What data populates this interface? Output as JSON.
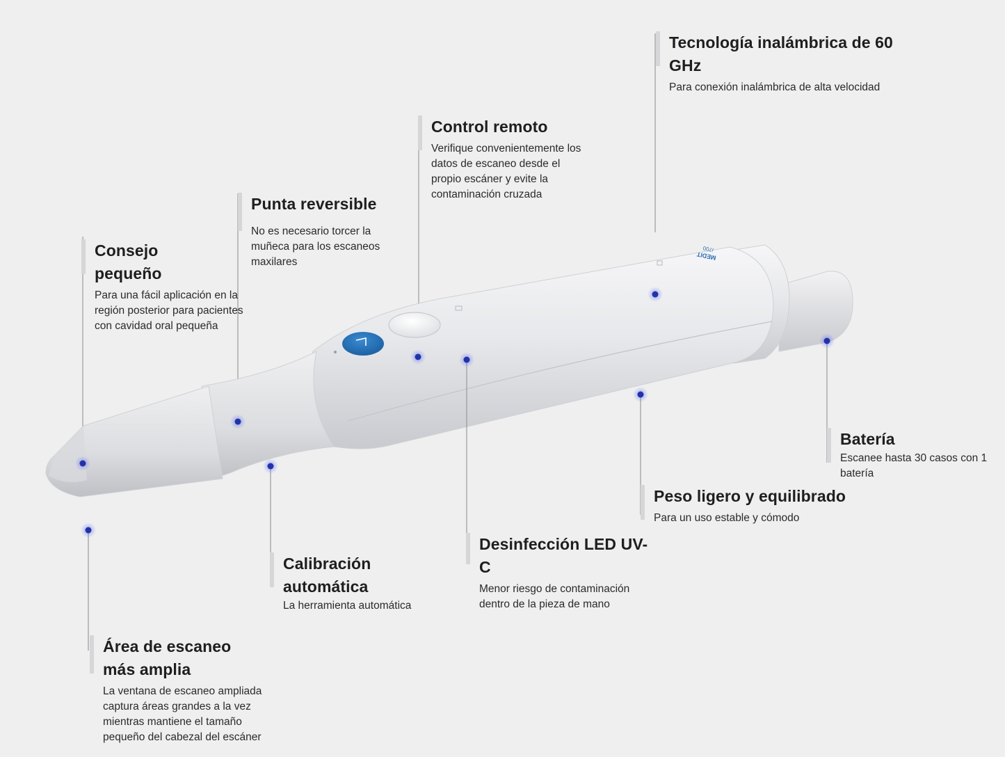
{
  "device": {
    "brand_label_line1": "MEDIT",
    "brand_label_line2": "i700"
  },
  "colors": {
    "background": "#efefef",
    "scanner_body": "#e4e5e8",
    "button_blue": "#1f6fb5",
    "hotspot_dot": "#2233a8",
    "leader_line": "#9a9a9a"
  },
  "callouts": [
    {
      "id": "tecnologia",
      "title": "Tecnología inalámbrica de 60 GHz",
      "description": "Para conexión inalámbrica de alta velocidad"
    },
    {
      "id": "control-remoto",
      "title": "Control remoto",
      "description": "Verifique convenientemente los datos de escaneo desde el propio escáner y evite la contaminación cruzada"
    },
    {
      "id": "punta-reversible",
      "title": "Punta reversible",
      "description": "No es necesario torcer la muñeca para los escaneos maxilares"
    },
    {
      "id": "consejo-pequeno",
      "title": "Consejo pequeño",
      "description": "Para una fácil aplicación en la región posterior para pacientes con cavidad oral pequeña"
    },
    {
      "id": "bateria",
      "title": "Batería",
      "description": "Escanee hasta 30 casos con 1 batería"
    },
    {
      "id": "peso-ligero",
      "title": "Peso ligero y equilibrado",
      "description": "Para un uso estable y cómodo"
    },
    {
      "id": "desinfeccion",
      "title": "Desinfección LED UV-C",
      "description": "Menor riesgo de contaminación dentro de la pieza de mano"
    },
    {
      "id": "calibracion",
      "title": "Calibración automática",
      "description": "La herramienta automática"
    },
    {
      "id": "area-escaneo",
      "title": "Área de escaneo más amplia",
      "description": "La ventana de escaneo ampliada captura áreas grandes a la vez mientras mantiene el tamaño pequeño del cabezal del escáner"
    }
  ]
}
